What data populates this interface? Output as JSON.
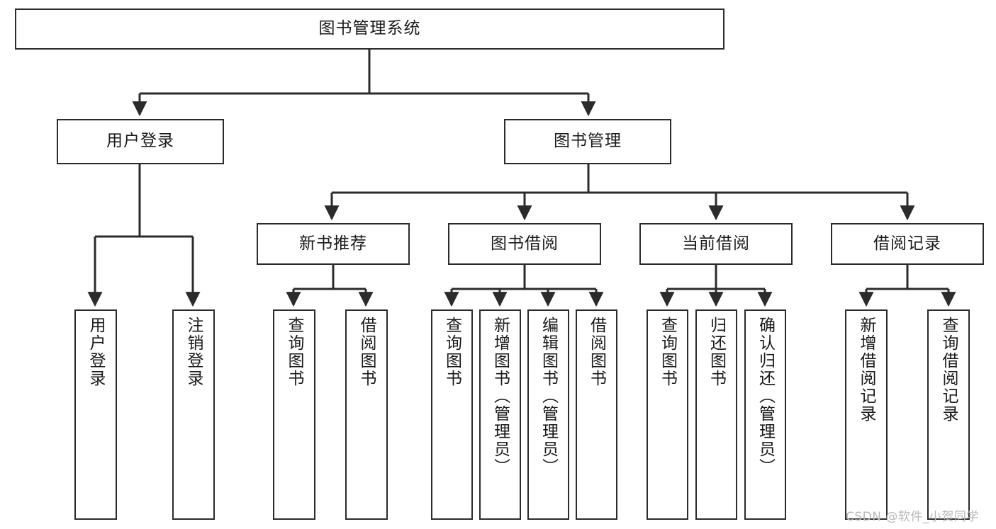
{
  "diagram": {
    "title": "图书管理系统",
    "type": "tree-hierarchy-chart",
    "orientation": "top-down",
    "colors": {
      "background": "#ffffff",
      "node_border": "#2b2b2b",
      "node_fill": "#ffffff",
      "edge": "#2b2b2b",
      "text": "#1a1a1a",
      "watermark": "#b9b9b9"
    },
    "root": {
      "label": "图书管理系统"
    },
    "level1": [
      {
        "label": "用户登录"
      },
      {
        "label": "图书管理"
      }
    ],
    "level2": [
      {
        "label": "新书推荐"
      },
      {
        "label": "图书借阅"
      },
      {
        "label": "当前借阅"
      },
      {
        "label": "借阅记录"
      }
    ],
    "leaves": {
      "user_login": [
        {
          "label": "用户登录"
        },
        {
          "label": "注销登录"
        }
      ],
      "new_book_recommend": [
        {
          "label": "查询图书"
        },
        {
          "label": "借阅图书"
        }
      ],
      "book_borrow": [
        {
          "label": "查询图书"
        },
        {
          "label": "新增图书（管理员）"
        },
        {
          "label": "编辑图书（管理员）"
        },
        {
          "label": "借阅图书"
        }
      ],
      "current_borrow": [
        {
          "label": "查询图书"
        },
        {
          "label": "归还图书"
        },
        {
          "label": "确认归还（管理员）"
        }
      ],
      "borrow_records": [
        {
          "label": "新增借阅记录"
        },
        {
          "label": "查询借阅记录"
        }
      ]
    },
    "watermark": "CSDN @软件_小贺同学"
  }
}
